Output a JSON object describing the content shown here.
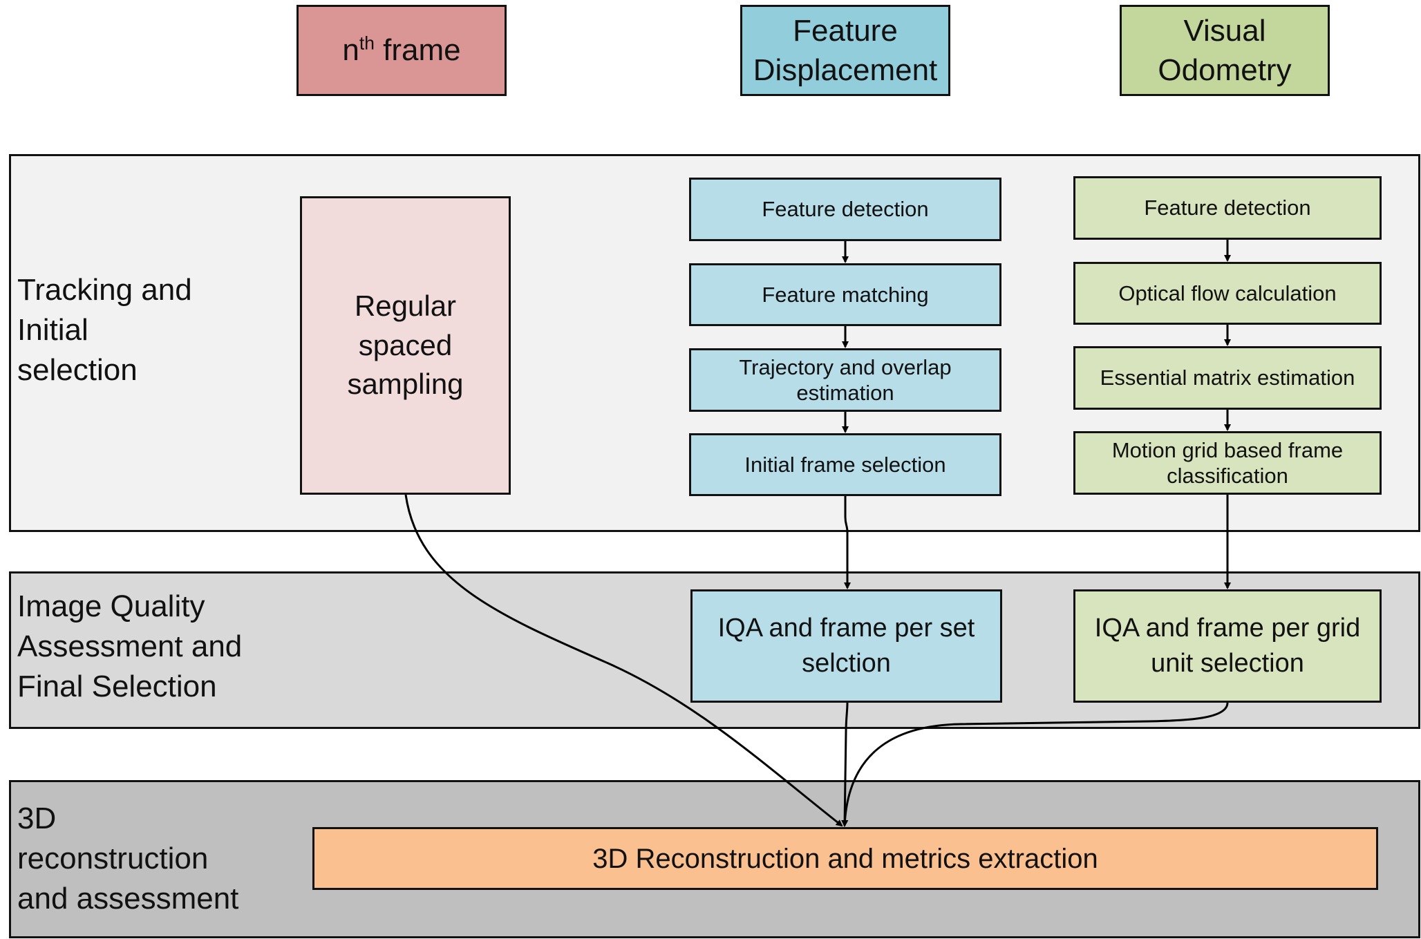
{
  "headers": {
    "nth_frame": {
      "base": "n",
      "sup": "th",
      "rest": " frame",
      "color": "#d99694"
    },
    "feature_displacement": {
      "line1": "Feature",
      "line2": "Displacement",
      "color": "#92cddc"
    },
    "visual_odometry": {
      "line1": "Visual",
      "line2": "Odometry",
      "color": "#c3d69b"
    }
  },
  "bands": {
    "tracking": {
      "line1": "Tracking and",
      "line2": "Initial",
      "line3": "selection",
      "color": "#f2f2f2"
    },
    "iqa": {
      "line1": "Image Quality",
      "line2": "Assessment and",
      "line3": "Final Selection",
      "color": "#d9d9d9"
    },
    "recon": {
      "line1": "3D",
      "line2": "reconstruction",
      "line3": "and assessment",
      "color": "#bfbfbf"
    }
  },
  "nth_column": {
    "sampling": {
      "line1": "Regular",
      "line2": "spaced",
      "line3": "sampling",
      "color": "#f2dcdb"
    }
  },
  "fd_column": {
    "color": "#b7dde8",
    "steps": [
      {
        "line1": "Feature detection",
        "line2": ""
      },
      {
        "line1": "Feature matching",
        "line2": ""
      },
      {
        "line1": "Trajectory and overlap",
        "line2": "estimation"
      },
      {
        "line1": "Initial frame selection",
        "line2": ""
      }
    ],
    "iqa": {
      "line1": "IQA and frame per set",
      "line2": "selction"
    }
  },
  "vo_column": {
    "color": "#d7e4bd",
    "steps": [
      {
        "line1": "Feature detection",
        "line2": ""
      },
      {
        "line1": "Optical flow calculation",
        "line2": ""
      },
      {
        "line1": "Essential matrix estimation",
        "line2": ""
      },
      {
        "line1": "Motion grid based frame",
        "line2": "classification"
      }
    ],
    "iqa": {
      "line1": "IQA and frame per grid",
      "line2": "unit selection"
    }
  },
  "reconstruction": {
    "label": "3D Reconstruction and metrics extraction",
    "color": "#fac090"
  },
  "line_color": "#000000"
}
